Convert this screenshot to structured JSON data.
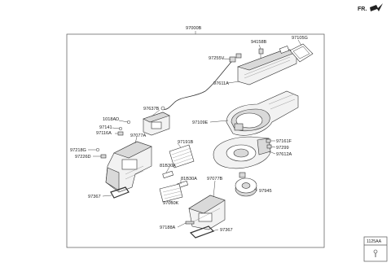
{
  "direction_tag": {
    "label": "FR."
  },
  "assembly": {
    "number": "97000B"
  },
  "callouts": {
    "p94158b": "94158B",
    "p97105g": "97105G",
    "p97255v": "97255V",
    "p97611a": "97611A",
    "p97637b": "97637B",
    "p1018ad": "1018AD",
    "p97141": "97141",
    "p97116a": "97116A",
    "p97077a": "97077A",
    "p97109e": "97109E",
    "p97161f": "97161F",
    "p97299": "97299",
    "p97612a": "97612A",
    "p97218g": "97218G",
    "p97226d": "97226D",
    "p97191b": "97191B",
    "p81b30a_1": "81B30A",
    "p81b30a_2": "81B30A",
    "p97077b": "97077B",
    "p97945": "97945",
    "p97367_1": "97367",
    "p97060k": "97060K",
    "p97188a": "97188A",
    "p97367_2": "97367"
  },
  "fastener_box": {
    "label": "1125AA"
  }
}
